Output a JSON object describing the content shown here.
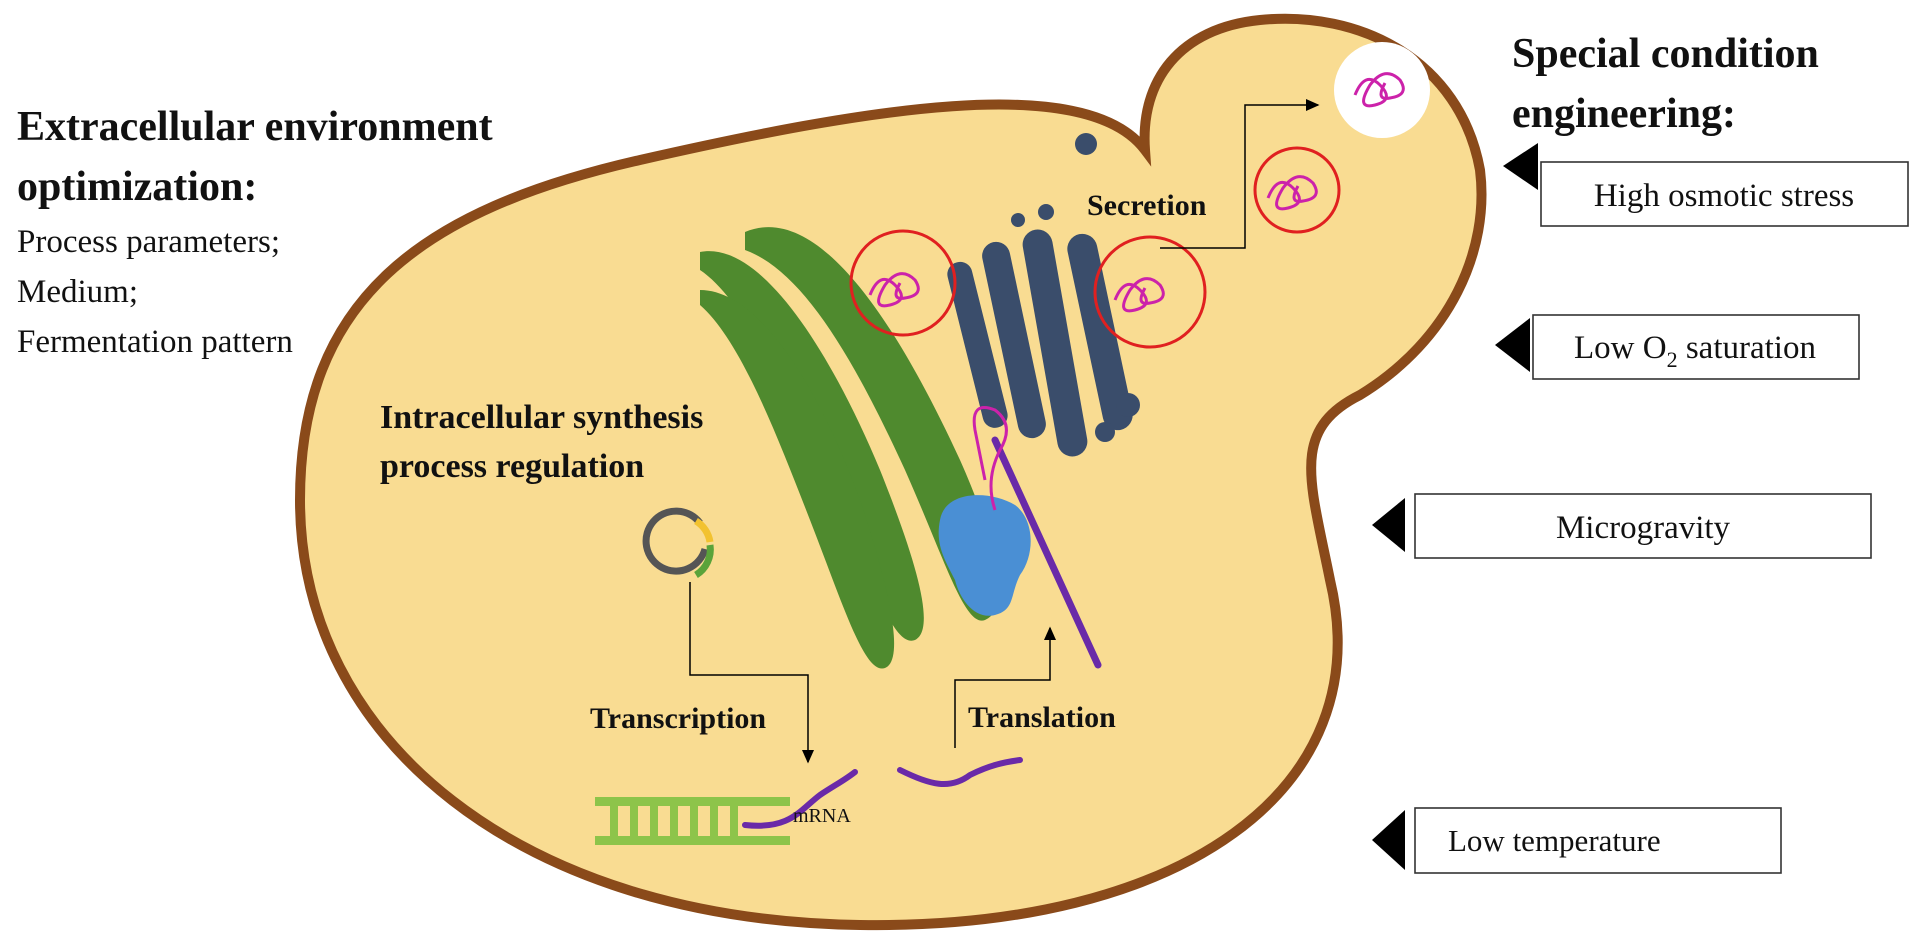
{
  "left_panel": {
    "title_line1": "Extracellular environment",
    "title_line2": "optimization:",
    "items": [
      "Process parameters;",
      "Medium;",
      "Fermentation pattern"
    ]
  },
  "right_panel": {
    "title_line1": "Special condition",
    "title_line2": "engineering:",
    "conditions": [
      {
        "label": "High osmotic stress"
      },
      {
        "label_main": "Low O",
        "label_sub": "2",
        "label_rest": " saturation"
      },
      {
        "label": "Microgravity"
      },
      {
        "label": "Low temperature"
      }
    ]
  },
  "cell": {
    "intracellular_line1": "Intracellular synthesis",
    "intracellular_line2": "process regulation",
    "secretion": "Secretion",
    "transcription": "Transcription",
    "translation": "Translation",
    "mrna": "mRNA"
  },
  "colors": {
    "cell_fill": "#f9dc92",
    "cell_border": "#8a4a1a",
    "er": "#4f8a2e",
    "golgi": "#3a4d6b",
    "ribosome": "#4a8fd4",
    "vesicle": "#e02020",
    "protein": "#cc22aa",
    "mrna": "#6a2aa8",
    "dna": "#8dc44a"
  }
}
